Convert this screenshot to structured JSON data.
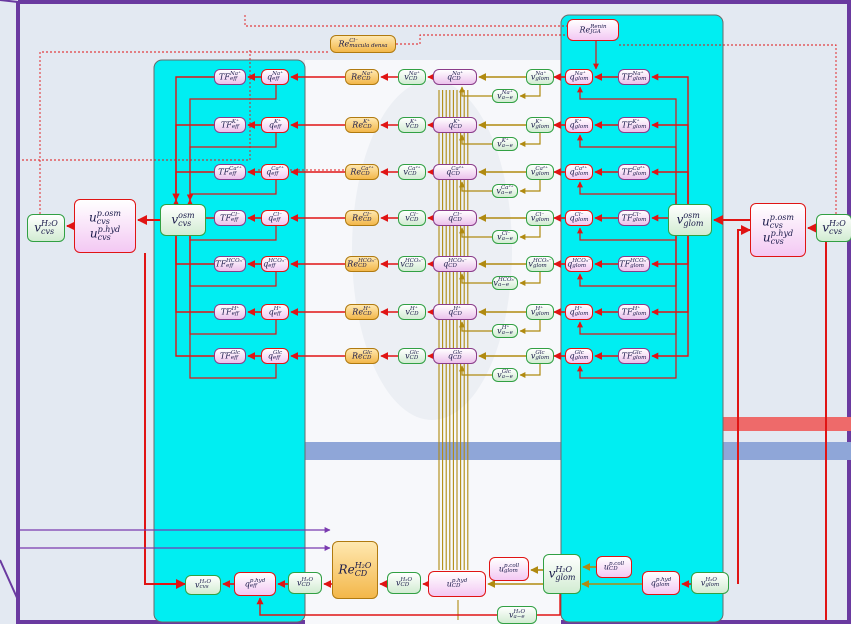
{
  "colors": {
    "frame_border": "#6a3aa0",
    "background": "#e3e9f2",
    "compartment": "#00eef2",
    "arrow_red": "#e01414",
    "arrow_gold": "#b08a10",
    "arrow_purple": "#7a3ab0",
    "band_red": "#ee6a6a",
    "band_blue": "#8fa6d8"
  },
  "nodes": {
    "re_jga": {
      "base": "Re",
      "sup": "Renin",
      "sub": "JGA"
    },
    "re_md": {
      "base": "Re",
      "sup": "Cl⁻",
      "sub": "macula densa"
    },
    "v_h2o_cvs_left": {
      "base": "v",
      "sup": "H₂O",
      "sub": "cvs"
    },
    "v_h2o_cvs_right": {
      "base": "v",
      "sup": "H₂O",
      "sub": "cvs"
    },
    "u_cvs_left": {
      "l1_base": "u",
      "l1_sup": "p.osm",
      "l1_sub": "cvs",
      "l2_base": "u",
      "l2_sup": "p.hyd",
      "l2_sub": "cvs"
    },
    "u_cvs_right": {
      "l1_base": "u",
      "l1_sup": "p.osm",
      "l1_sub": "cvs",
      "l2_base": "u",
      "l2_sup": "p.hyd",
      "l2_sub": "cvs"
    },
    "v_osm_cvs": {
      "base": "v",
      "sup": "osm",
      "sub": "cvs"
    },
    "v_osm_glom": {
      "base": "v",
      "sup": "osm",
      "sub": "glom"
    },
    "re_h2o_cd": {
      "base": "Re",
      "sup": "H₂O",
      "sub": "CD"
    },
    "v_h2o_cvs_bottom": {
      "base": "v",
      "sup": "H₂O",
      "sub": "cvs"
    },
    "q_hyd_eff": {
      "base": "q",
      "sup": "p.hyd",
      "sub": "eff"
    },
    "v_h2o_cd_left": {
      "base": "v",
      "sup": "H₂O",
      "sub": "CD"
    },
    "v_h2o_cd_right": {
      "base": "v",
      "sup": "H₂O",
      "sub": "CD"
    },
    "u_hyd_cd": {
      "base": "u",
      "sup": "p.hyd",
      "sub": "CD"
    },
    "u_coll_glom": {
      "base": "u",
      "sup": "p.coll",
      "sub": "glom"
    },
    "v_h2o_glom_mid": {
      "base": "v",
      "sup": "H₂O",
      "sub": "glom"
    },
    "u_coll_cd": {
      "base": "u",
      "sup": "p.coll",
      "sub": "CD"
    },
    "q_hyd_glom": {
      "base": "q",
      "sup": "p.hyd",
      "sub": "glom"
    },
    "v_h2o_glom_right": {
      "base": "v",
      "sup": "H₂O",
      "sub": "glom"
    },
    "v_h2o_ae": {
      "base": "v",
      "sup": "H₂O",
      "sub": "a−e"
    }
  },
  "solute_rows": [
    {
      "ion": "Na⁺"
    },
    {
      "ion": "K⁺"
    },
    {
      "ion": "Ca²⁺"
    },
    {
      "ion": "Cl⁻"
    },
    {
      "ion": "HCO₃⁻"
    },
    {
      "ion": "H⁺"
    },
    {
      "ion": "Glc"
    }
  ],
  "row_templates": {
    "tf_eff": {
      "base": "TF",
      "sub": "eff"
    },
    "q_eff": {
      "base": "q",
      "sub": "eff"
    },
    "re_cd": {
      "base": "Re",
      "sub": "CD"
    },
    "v_cd": {
      "base": "v",
      "sub": "CD"
    },
    "q_cd": {
      "base": "q",
      "sub": "CD"
    },
    "v_glom": {
      "base": "v",
      "sub": "glom"
    },
    "q_glom": {
      "base": "q",
      "sub": "glom"
    },
    "tf_glom": {
      "base": "TF",
      "sub": "glom"
    },
    "v_ae": {
      "base": "v",
      "sub": "a−e"
    }
  }
}
